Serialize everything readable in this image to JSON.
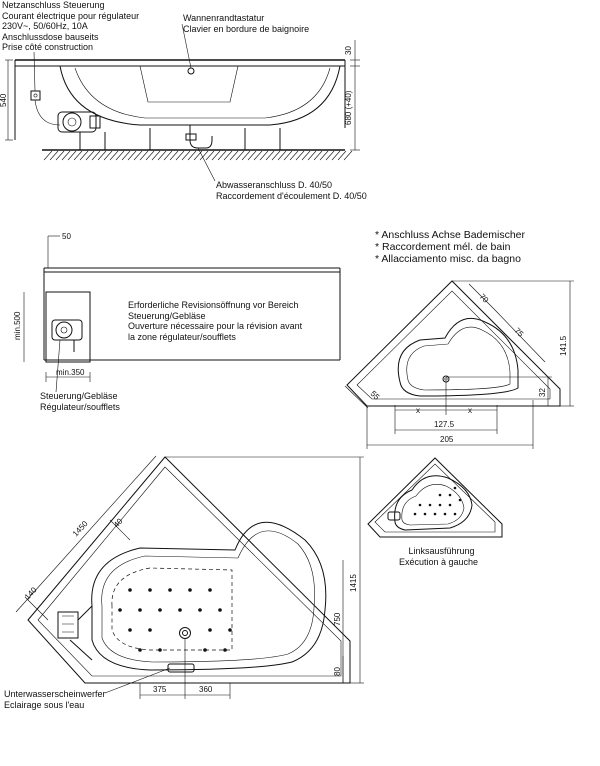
{
  "notes_top_left": [
    "Netzanschluss Steuerung",
    "Courant électrique pour régulateur",
    "230V~, 50/60Hz, 10A",
    "Anschlussdose bauseits",
    "Prise côté construction"
  ],
  "note_keyboard": [
    "Wannenrandtastatur",
    "Clavier en bordure de baignoire"
  ],
  "note_drain": [
    "Abwasseranschluss D. 40/50",
    "Raccordement d'écoulement D. 40/50"
  ],
  "note_revision": [
    "Erforderliche Revisionsöffnung vor Bereich",
    "Steuerung/Gebläse",
    "Ouverture nécessaire pour la révision avant",
    "la zone régulateur/soufflets"
  ],
  "note_controller": [
    "Steuerung/Gebläse",
    "Régulateur/soufflets"
  ],
  "note_mixer": [
    "* Anschluss Achse Bademischer",
    "* Raccordement mél. de bain",
    "* Allacciamento misc. da bagno"
  ],
  "note_left_version": [
    "Linksausführung",
    "Exécution à gauche"
  ],
  "note_light": [
    "Unterwasserscheinwerfer",
    "Eclairage sous l'eau"
  ],
  "dims": {
    "d540": "540",
    "d30": "30",
    "d680": "680 (+40)",
    "d50": "50",
    "dmin500": "min.500",
    "dmin350": "min.350",
    "d70": "70",
    "d75": "75",
    "d141_5": "141.5",
    "d55": "55",
    "d32": "32",
    "dx1": "x",
    "dx2": "x",
    "d127_5": "127.5",
    "d205": "205",
    "d1450": "1450",
    "d40": "40",
    "d1415": "1415",
    "d750": "750",
    "d140": "140",
    "d80": "80",
    "d375": "375",
    "d360": "360"
  }
}
